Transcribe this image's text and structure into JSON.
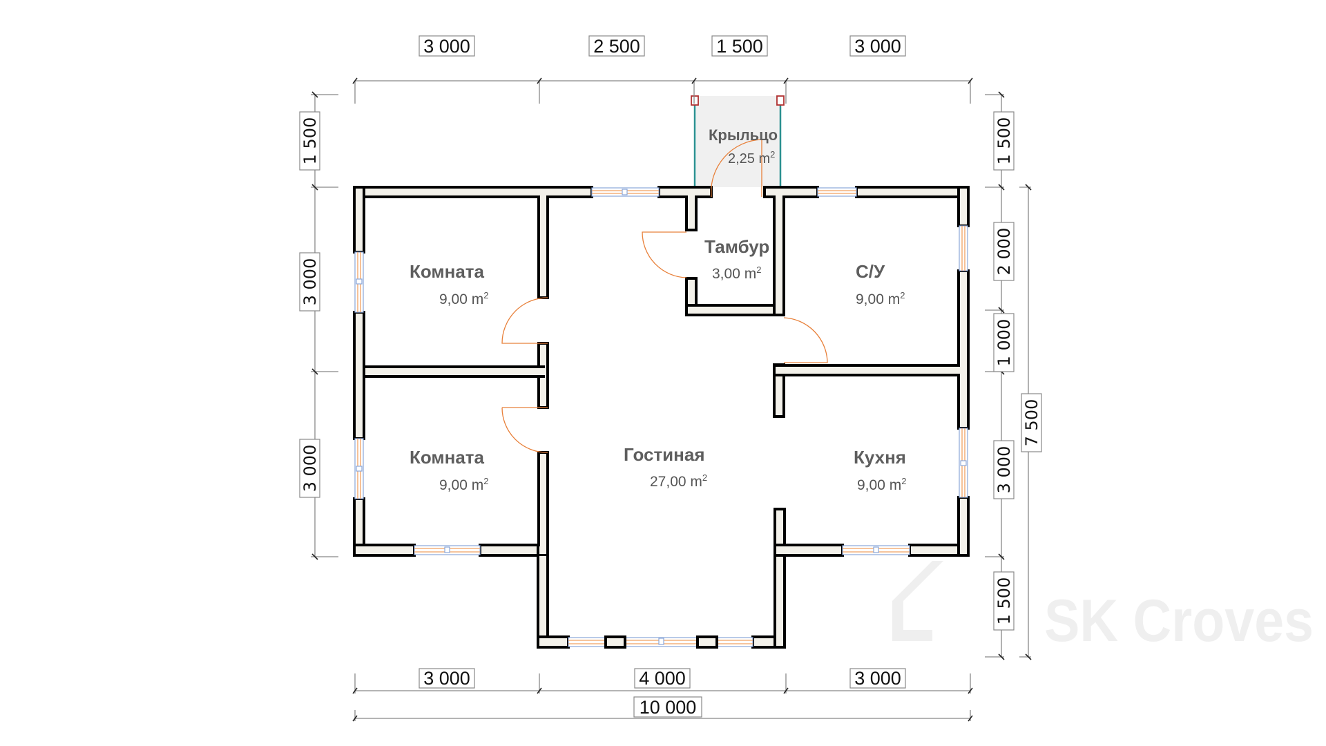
{
  "plan": {
    "rooms": [
      {
        "name": "Комната",
        "area": "9,00",
        "unit": "m",
        "exp": "2"
      },
      {
        "name": "Комната",
        "area": "9,00",
        "unit": "m",
        "exp": "2"
      },
      {
        "name": "Гостиная",
        "area": "27,00",
        "unit": "m",
        "exp": "2"
      },
      {
        "name": "Тамбур",
        "area": "3,00",
        "unit": "m",
        "exp": "2"
      },
      {
        "name": "С/У",
        "area": "9,00",
        "unit": "m",
        "exp": "2"
      },
      {
        "name": "Кухня",
        "area": "9,00",
        "unit": "m",
        "exp": "2"
      },
      {
        "name": "Крыльцо",
        "area": "2,25",
        "unit": "m",
        "exp": "2"
      }
    ],
    "dimensions": {
      "top": [
        "3 000",
        "2 500",
        "1 500",
        "3 000"
      ],
      "bottom": [
        "3 000",
        "4 000",
        "3 000"
      ],
      "overall_width": "10 000",
      "left": [
        "1 500",
        "3 000",
        "3 000"
      ],
      "right": [
        "1 500",
        "2 000",
        "1 000",
        "3 000",
        "1 500"
      ],
      "overall_depth": "7 500"
    },
    "colors": {
      "wall_fill": "#f3f1ea",
      "wall_stroke": "#000000",
      "door": "#e8803a",
      "porch_post": "#b03030",
      "porch_rail": "#2a9090",
      "porch_fill": "#f0f0f0"
    }
  },
  "watermark": {
    "text": "SK Croves"
  }
}
